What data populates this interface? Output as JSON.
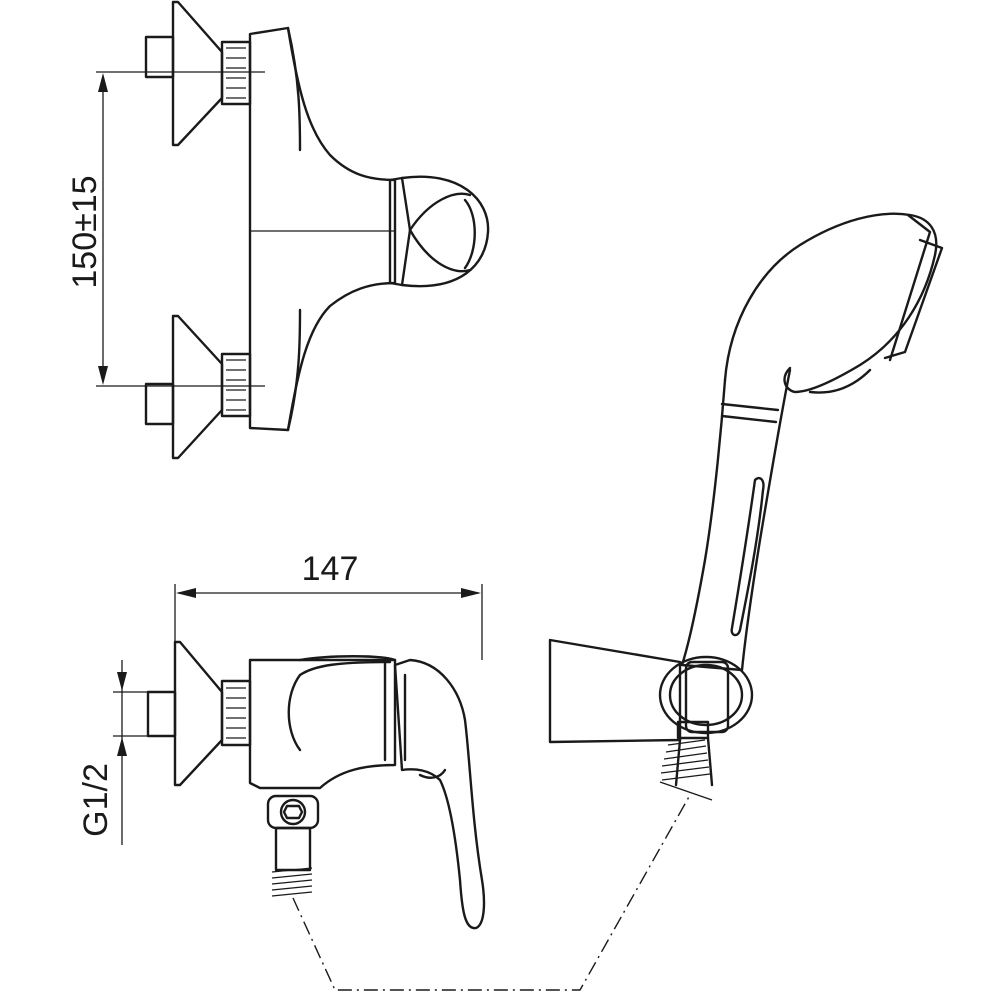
{
  "dimensions": {
    "spacing": "150±15",
    "width": "147",
    "thread": "G1/2"
  }
}
